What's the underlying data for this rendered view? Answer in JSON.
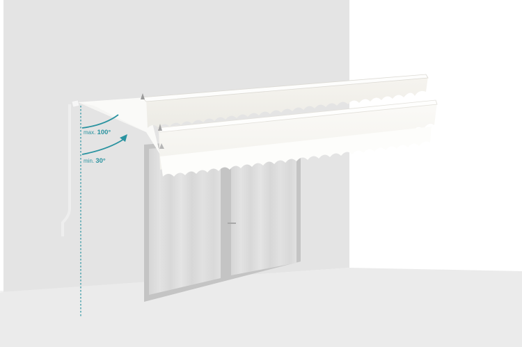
{
  "scene": {
    "subject": "retractable awning mounted on wall above patio door",
    "colors": {
      "background": "#ffffff",
      "wall": "#e4e4e4",
      "floor": "#ebebeb",
      "window_frame": "#c4c4c4",
      "glass": "#d9d9d9",
      "awning_fabric": "#f3f1ec",
      "awning_cassette": "#f8f7f3",
      "accent": "#2a93a0"
    }
  },
  "annotations": {
    "max_angle": {
      "prefix": "max.",
      "value": "100°"
    },
    "min_angle": {
      "prefix": "min.",
      "value": "30°"
    }
  }
}
